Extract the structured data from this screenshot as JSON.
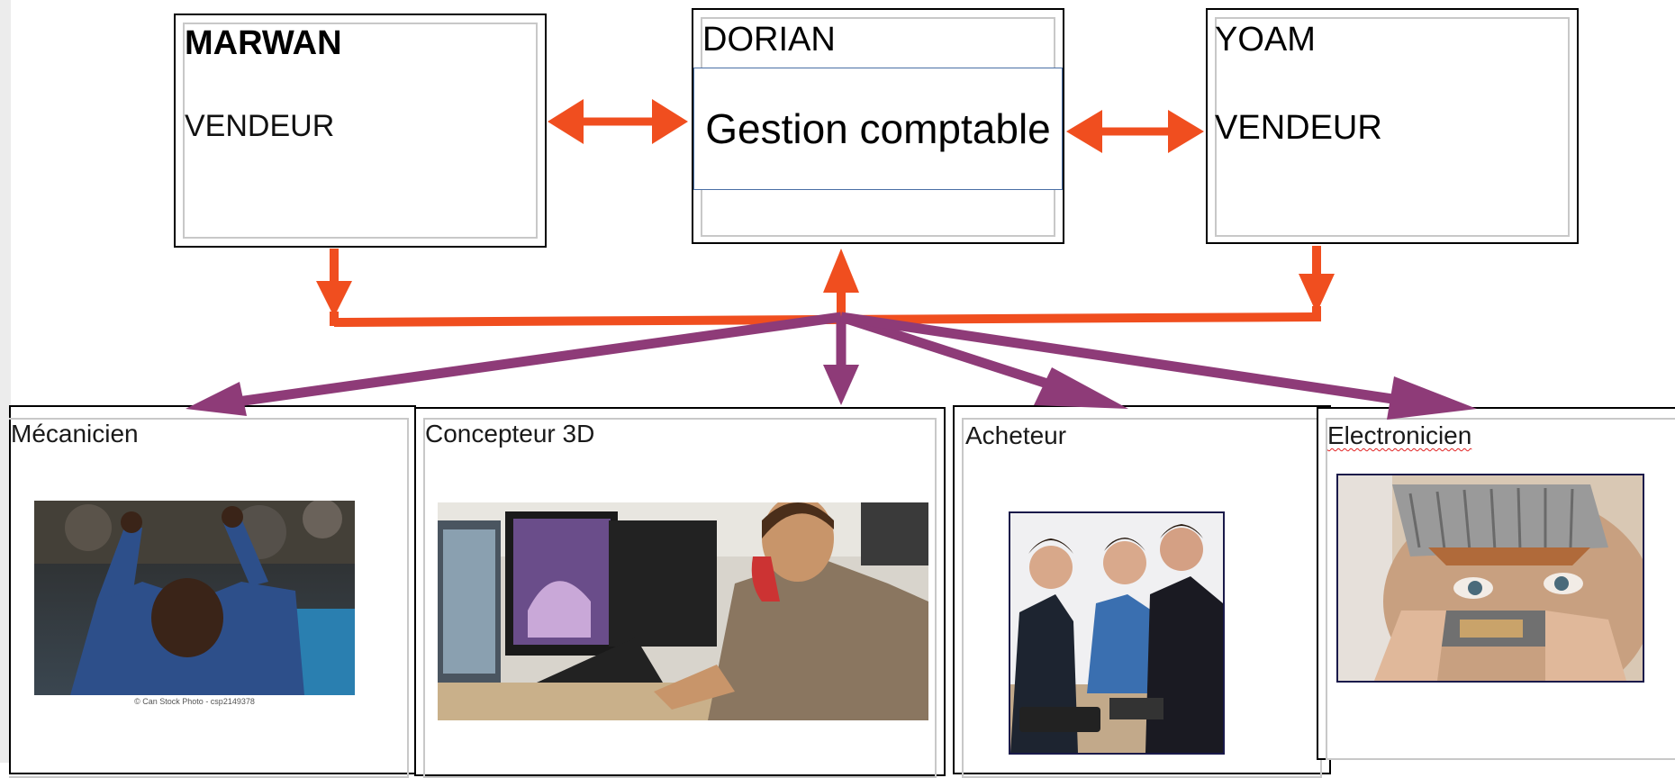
{
  "people": {
    "marwan": {
      "name": "MARWAN",
      "role": "VENDEUR"
    },
    "dorian": {
      "name": "DORIAN",
      "role": "Gestion comptable"
    },
    "yoam": {
      "name": "YOAM",
      "role": "VENDEUR"
    }
  },
  "jobs": [
    {
      "label": "Mécanicien",
      "photo_caption": "© Can Stock Photo - csp2149378"
    },
    {
      "label": "Concepteur 3D"
    },
    {
      "label": "Acheteur"
    },
    {
      "label": "Electronicien"
    }
  ],
  "colors": {
    "orange_arrows": "#f04e1f",
    "purple_arrows": "#8e3b78"
  }
}
